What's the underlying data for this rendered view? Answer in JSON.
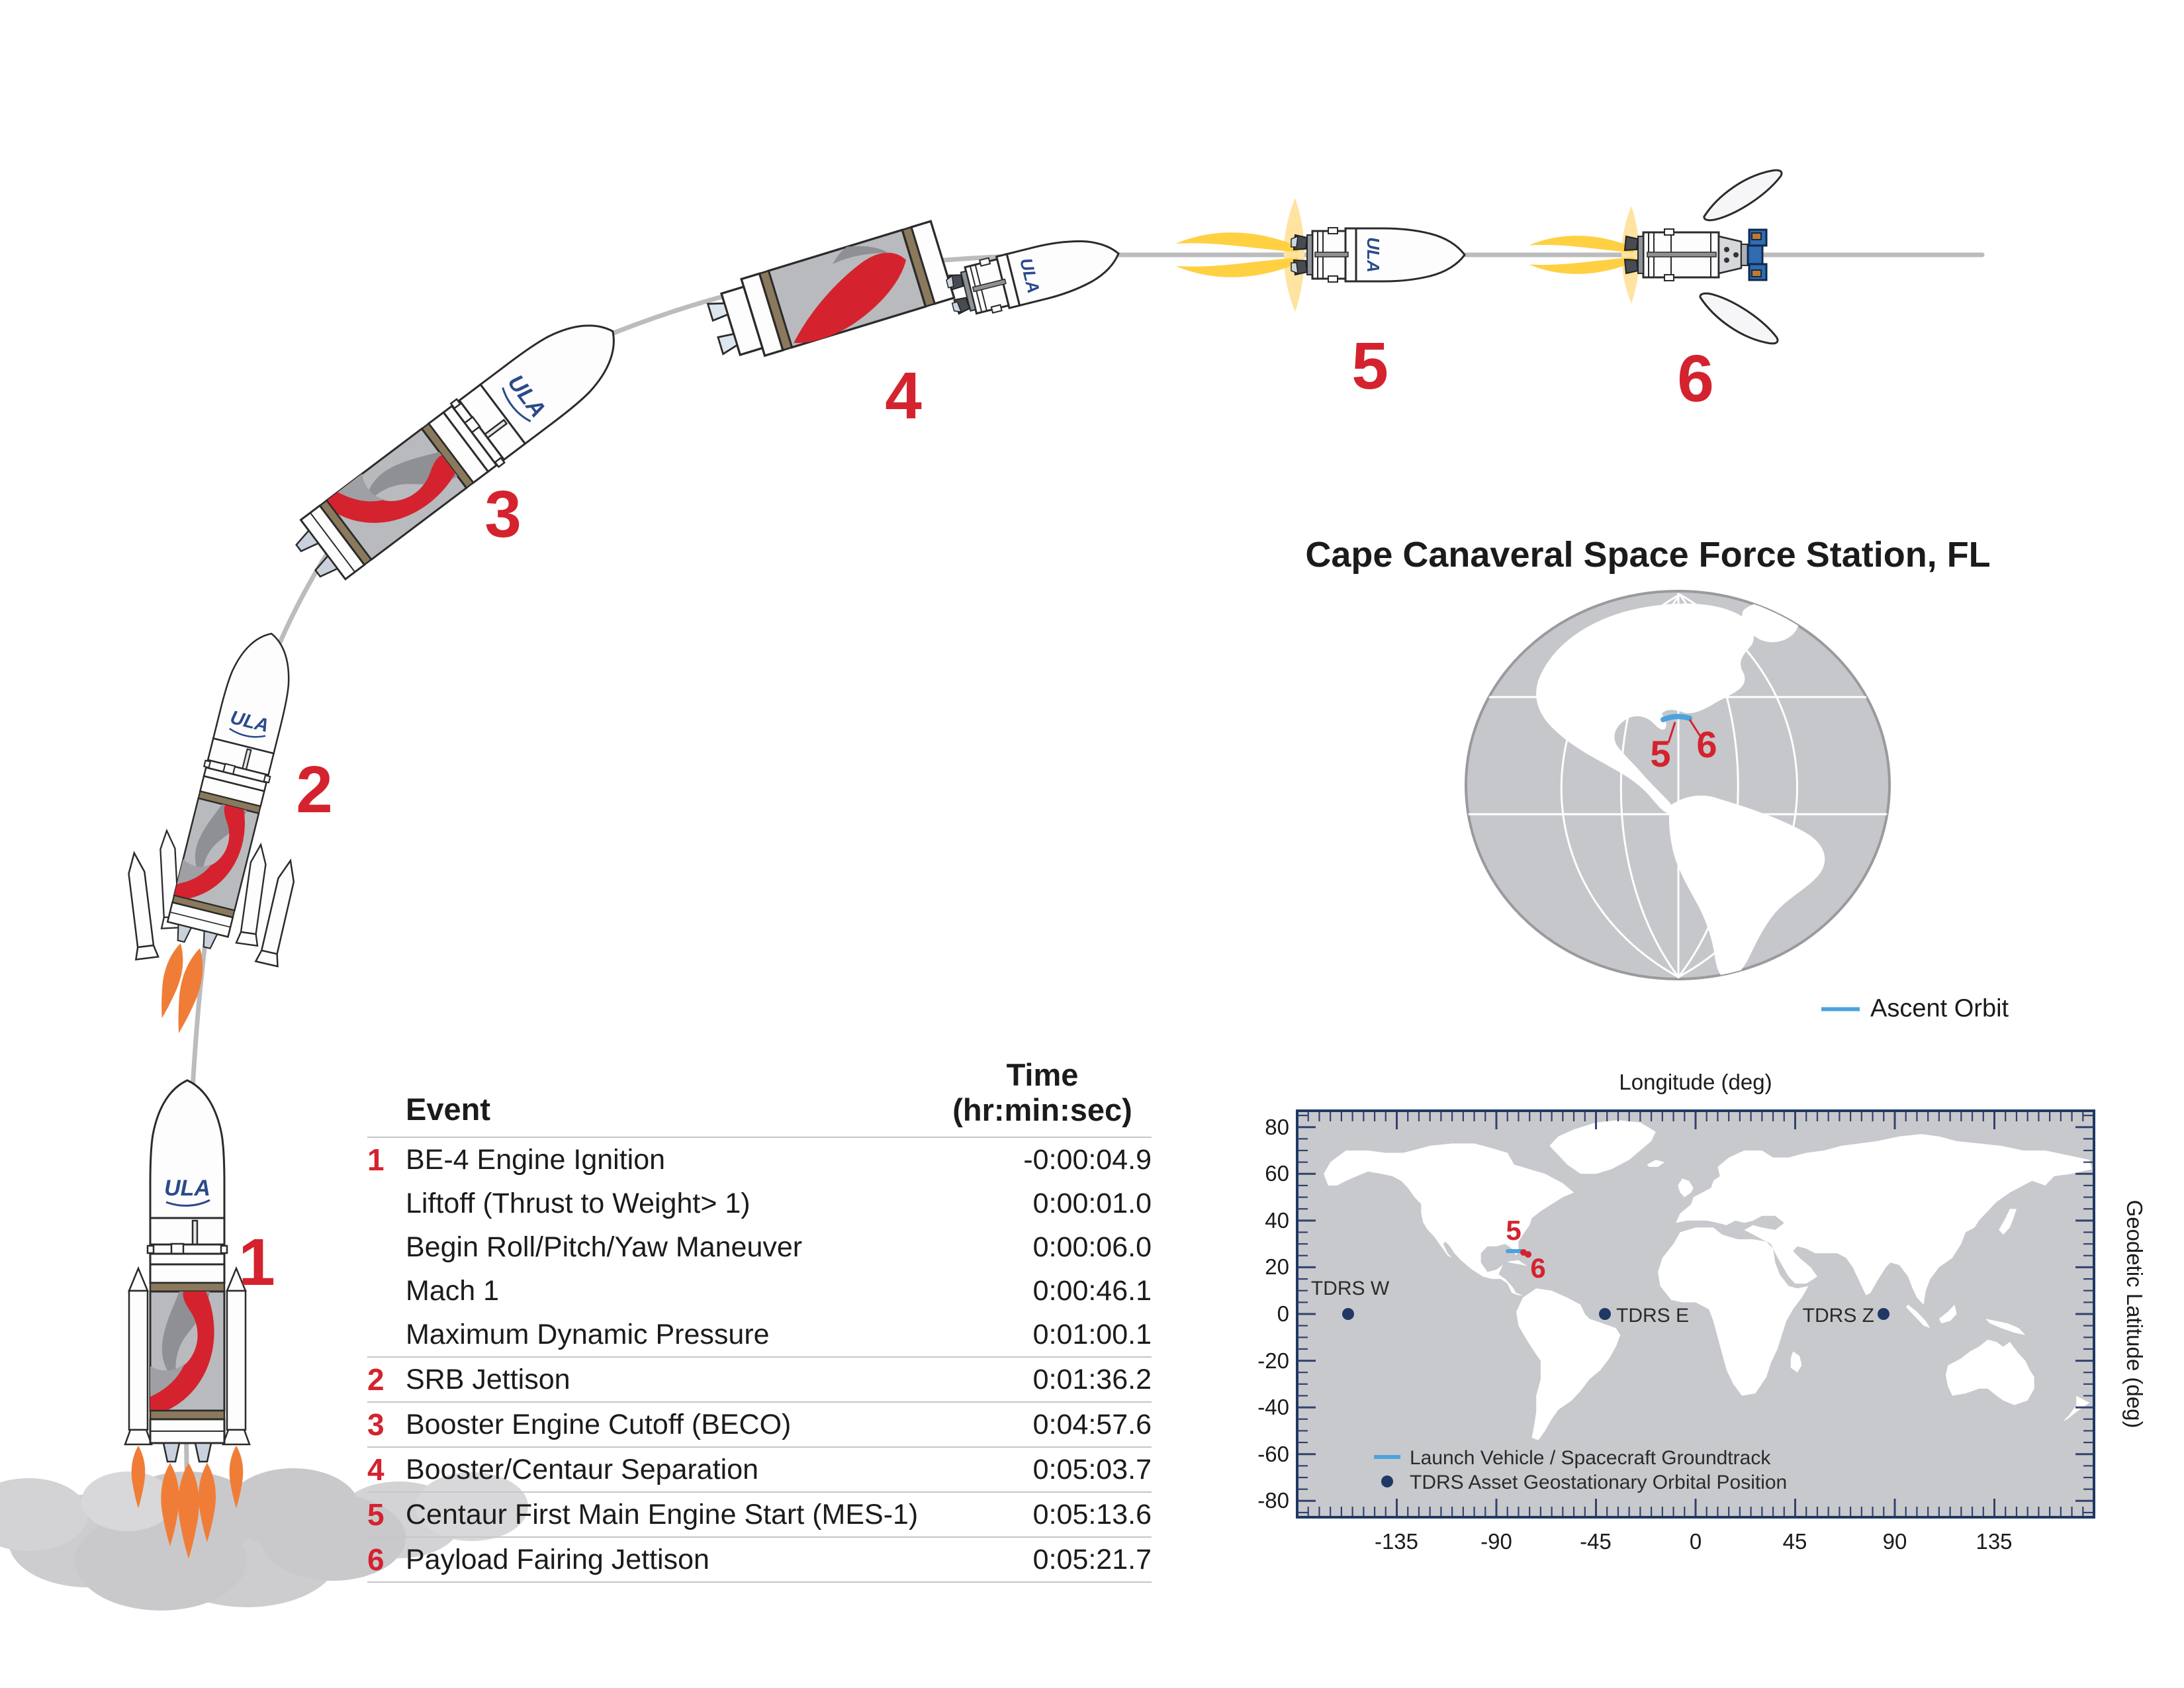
{
  "stage_labels": [
    "1",
    "2",
    "3",
    "4",
    "5",
    "6"
  ],
  "table": {
    "header": {
      "event": "Event",
      "time_line1": "Time",
      "time_line2": "(hr:min:sec)"
    },
    "rows": [
      {
        "num": "1",
        "event": "BE-4 Engine Ignition",
        "time": "-0:00:04.9"
      },
      {
        "num": "",
        "event": "Liftoff (Thrust to Weight> 1)",
        "time": "0:00:01.0"
      },
      {
        "num": "",
        "event": "Begin Roll/Pitch/Yaw Maneuver",
        "time": "0:00:06.0"
      },
      {
        "num": "",
        "event": "Mach 1",
        "time": "0:00:46.1"
      },
      {
        "num": "",
        "event": "Maximum Dynamic Pressure",
        "time": "0:01:00.1"
      },
      {
        "num": "2",
        "event": "SRB Jettison",
        "time": "0:01:36.2"
      },
      {
        "num": "3",
        "event": "Booster Engine Cutoff (BECO)",
        "time": "0:04:57.6"
      },
      {
        "num": "4",
        "event": "Booster/Centaur Separation",
        "time": "0:05:03.7"
      },
      {
        "num": "5",
        "event": "Centaur First Main Engine Start (MES-1)",
        "time": "0:05:13.6"
      },
      {
        "num": "6",
        "event": "Payload Fairing Jettison",
        "time": "0:05:21.7"
      }
    ]
  },
  "globe": {
    "title": "Cape Canaveral Space Force Station, FL",
    "legend_label": "Ascent Orbit",
    "markers": [
      "5",
      "6"
    ]
  },
  "map": {
    "x_axis_label": "Longitude (deg)",
    "y_axis_label": "Geodetic Latitude (deg)",
    "x_tick_labels": [
      "-135",
      "-90",
      "-45",
      "0",
      "45",
      "90",
      "135"
    ],
    "y_tick_labels": [
      "80",
      "60",
      "40",
      "20",
      "0",
      "-20",
      "-40",
      "-60",
      "-80"
    ],
    "tdrs_labels": [
      "TDRS W",
      "TDRS E",
      "TDRS Z"
    ],
    "markers": [
      "5",
      "6"
    ],
    "legend": {
      "groundtrack": "Launch Vehicle / Spacecraft Groundtrack",
      "tdrs": "TDRS Asset Geostationary Orbital Position"
    }
  },
  "colors": {
    "stage_red": "#d4232e",
    "track_blue": "#4aa3dd",
    "tdrs_navy": "#1f3864",
    "flame_orange": "#f07d37",
    "flame_yellow": "#ffd042",
    "ocean_gray": "#c8c9cc",
    "ula_navy": "#2b4a8b"
  }
}
